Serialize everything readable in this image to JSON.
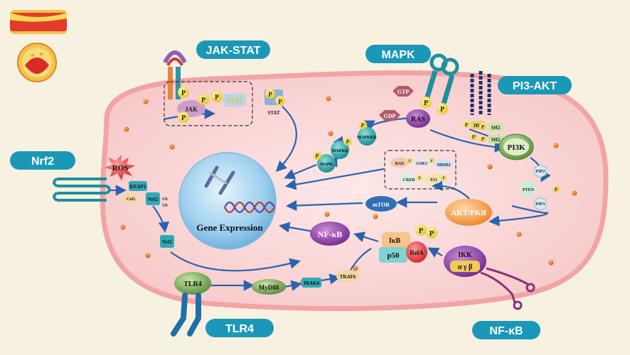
{
  "pathways": {
    "jak_stat": "JAK-STAT",
    "mapk": "MAPK",
    "pi3_akt": "PI3-AKT",
    "nrf2": "Nrf2",
    "tlr4": "TLR4",
    "nfkb": "NF-κB"
  },
  "labels": {
    "p": "P",
    "jak": "JAK",
    "stat": "STAT",
    "gtp": "GTP",
    "gdp": "GDP",
    "ras": "RAS",
    "mapkkk": "MAPKKK",
    "mapkk": "MAPKK",
    "mapk": "MAPK",
    "irs": "IRS",
    "sh2": "SH2",
    "pi3k": "PI3K",
    "pip2": "PIP2",
    "pten": "PTEN",
    "pip3": "PIP3",
    "akt": "AKT/PKB",
    "mtor": "mTOR",
    "bad": "BAD",
    "gsk3": "GSK3",
    "mdm2": "MDM2",
    "creb": "CREB",
    "p21": "P21",
    "ros": "ROS",
    "keap1": "KEAP1",
    "cul3": "Cul3",
    "nrf2": "Nrf2",
    "ub": "Ub",
    "gene_expression": "Gene Expression",
    "nfkb": "NF-κB",
    "ikb": "IκB",
    "p50": "p50",
    "rela": "RelA",
    "ikk": "IKK",
    "ikk_sub": "α γ β",
    "tlr4": "TLR4",
    "myd88": "MyD88",
    "irak4": "IRAK4",
    "traf6": "TRAF6"
  },
  "colors": {
    "background": "#f7f1e1",
    "cell_fill": "#f9d3d3",
    "cell_border": "#f2a9a9",
    "title_bar": "#1b98b8",
    "nucleus": "#a6d3ef",
    "arrow": "#2a64b0",
    "phospho": "#f4e04d"
  }
}
